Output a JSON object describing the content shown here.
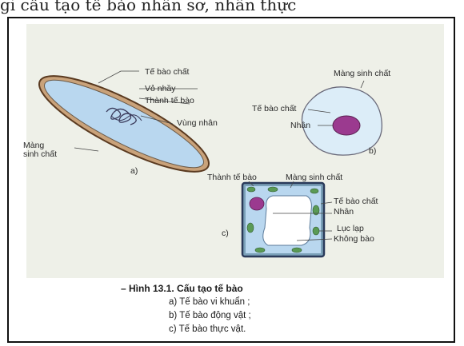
{
  "header_snippet": "gi cấu tạo tế bào nhân sơ, nhân thực",
  "labels": {
    "a": {
      "cytoplasm": "Tế bào chất",
      "capsule": "Vỏ nhầy",
      "cell_wall": "Thành tế bào",
      "nucleoid": "Vùng nhân",
      "membrane": "Màng\nsinh chất",
      "panel": "a)"
    },
    "b": {
      "membrane": "Màng sinh chất",
      "cytoplasm": "Tế bào chất",
      "nucleus": "Nhân",
      "panel": "b)"
    },
    "c": {
      "cell_wall": "Thành tế bào",
      "membrane": "Màng sinh chất",
      "cytoplasm": "Tế bào chất",
      "nucleus": "Nhân",
      "chloroplast": "Lục lạp",
      "vacuole": "Không bào",
      "panel": "c)"
    }
  },
  "caption": {
    "title": "– Hình 13.1. Cấu tạo tế bào",
    "items": [
      "a) Tế bào vi khuẩn ;",
      "b) Tế bào động vật ;",
      "c) Tế bào thực vật."
    ]
  },
  "colors": {
    "cell_blue": "#b9d7ef",
    "cell_outline": "#7a5a3a",
    "nucleus_purple": "#9b3a8f",
    "chloroplast_green": "#5a9a55"
  }
}
